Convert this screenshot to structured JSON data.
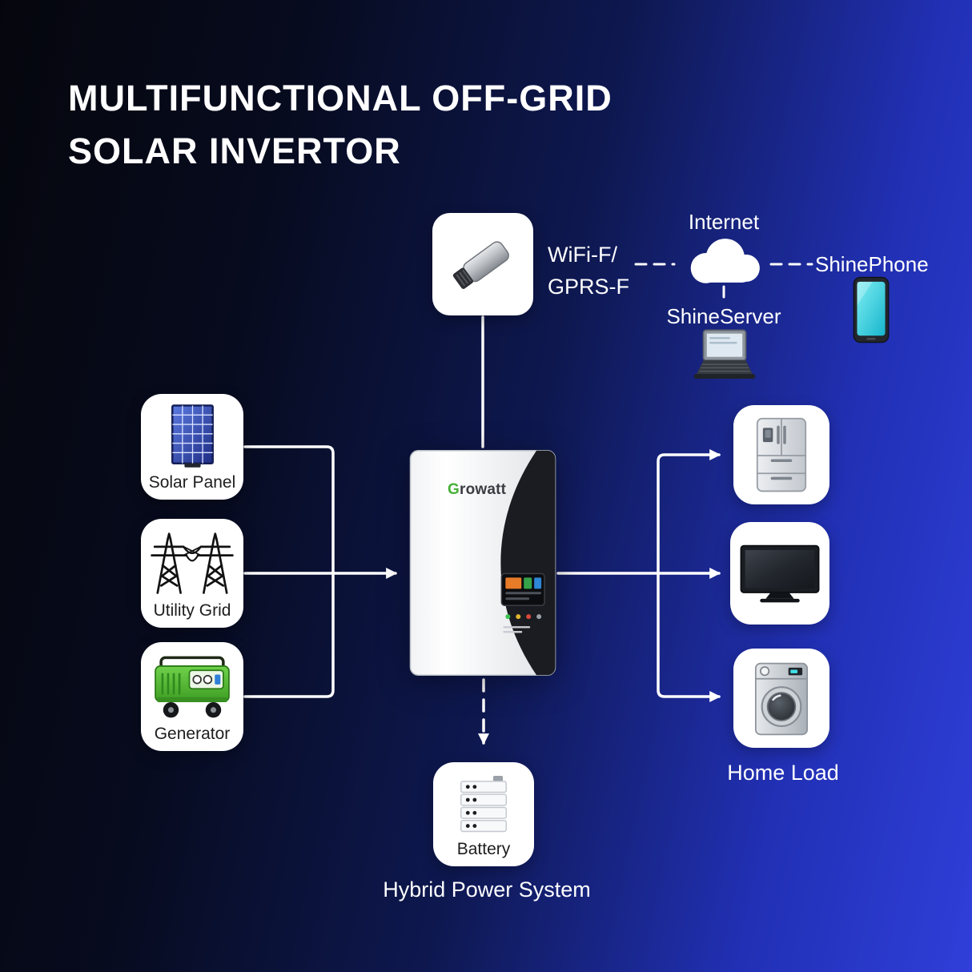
{
  "title": {
    "line1": "MULTIFUNCTIONAL OFF-GRID",
    "line2": "SOLAR INVERTOR"
  },
  "connectivity": {
    "wifi_module_label_line1": "WiFi-F/",
    "wifi_module_label_line2": "GPRS-F",
    "internet_label": "Internet",
    "shine_server_label": "ShineServer",
    "shine_phone_label": "ShinePhone"
  },
  "sources": {
    "solar_panel_label": "Solar Panel",
    "utility_grid_label": "Utility Grid",
    "generator_label": "Generator"
  },
  "inverter": {
    "brand_g": "G",
    "brand_rest": "rowatt"
  },
  "loads": {
    "home_load_label": "Home Load"
  },
  "storage": {
    "battery_label": "Battery",
    "system_label": "Hybrid Power System"
  },
  "icons": {
    "wifi_module": "usb-wifi-dongle-icon",
    "internet": "cloud-icon",
    "shine_server": "laptop-icon",
    "shine_phone": "smartphone-icon",
    "solar_panel": "solar-panel-icon",
    "utility_grid": "transmission-towers-icon",
    "generator": "generator-icon",
    "refrigerator": "refrigerator-icon",
    "television": "television-icon",
    "washing_machine": "washing-machine-icon",
    "battery": "battery-stack-icon"
  },
  "colors": {
    "background_dark": "#05060d",
    "background_blue": "#2f3fd9",
    "card_white": "#ffffff",
    "label_dark": "#1d1d1f",
    "label_white": "#ffffff",
    "growatt_green": "#45b035",
    "phone_screen_cyan": "#35d8e4",
    "generator_green": "#58c53a",
    "solar_panel_blue": "#2f49b0",
    "connector_white": "#ffffff"
  }
}
